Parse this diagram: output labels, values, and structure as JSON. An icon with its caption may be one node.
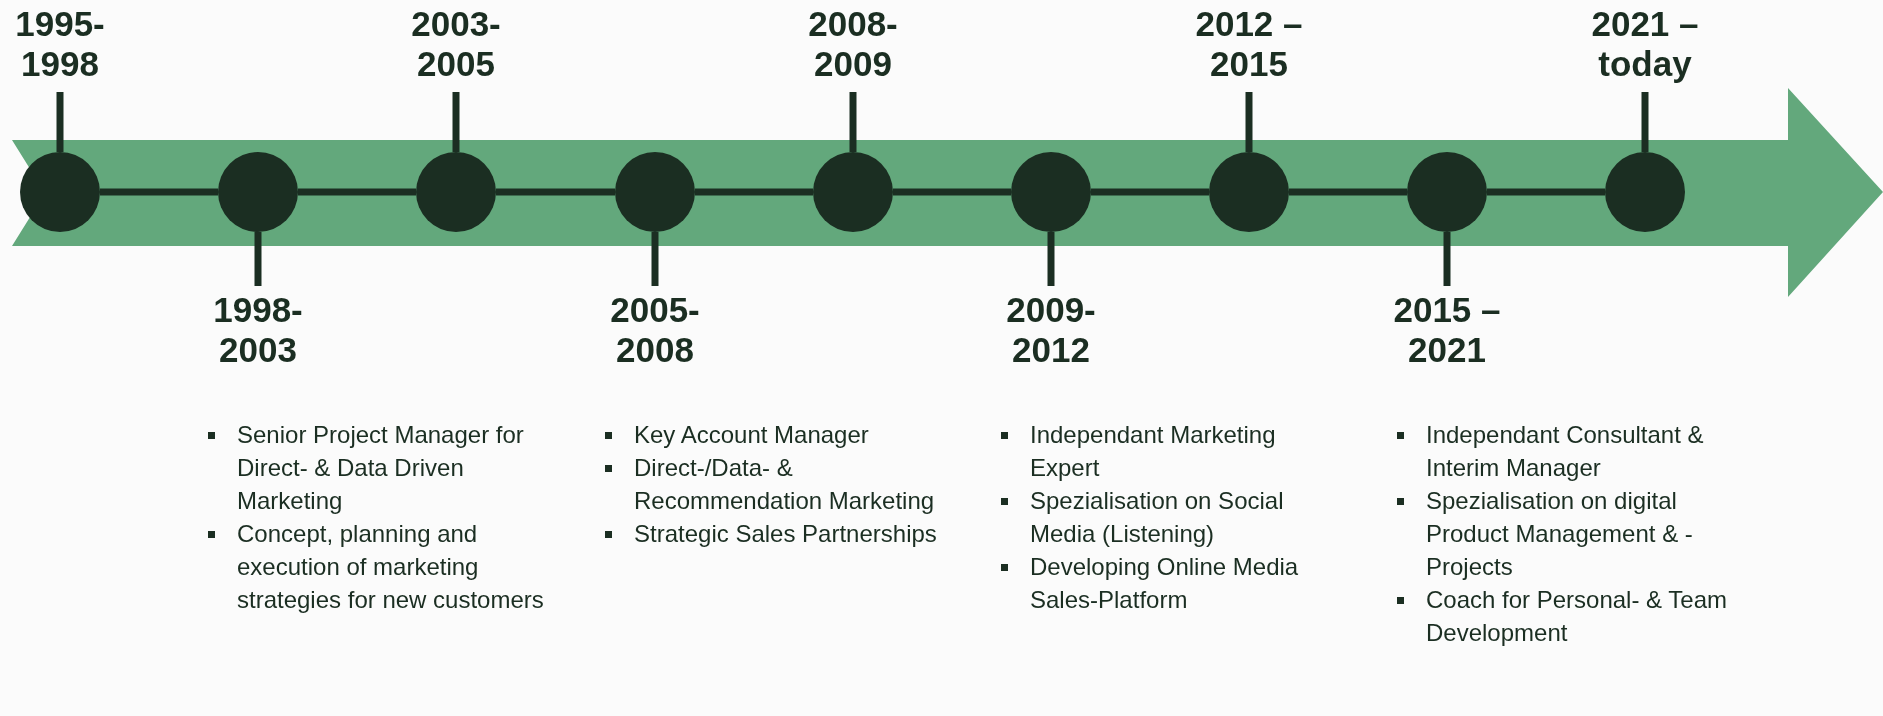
{
  "diagram": {
    "nodes": [
      {
        "text": [],
        "shape": "circle"
      },
      {
        "text": [],
        "shape": "circle"
      },
      {
        "text": [],
        "shape": "circle"
      },
      {
        "text": [],
        "shape": "circle"
      },
      {
        "text": [],
        "shape": "circle"
      },
      {
        "text": [],
        "shape": "circle"
      },
      {
        "text": [],
        "shape": "circle"
      },
      {
        "text": [],
        "shape": "circle"
      },
      {
        "text": [],
        "shape": "circle"
      },
      {
        "text": [
          "1995- 1998"
        ]
      },
      {
        "text": [
          "1998- 2003"
        ],
        "beside": [
          "Senior Project Manager for Direct- & Data Driven Marketing",
          "Concept, planning and execution of marketing strategies for new customers"
        ]
      },
      {
        "text": [
          "2003- 2005"
        ]
      },
      {
        "text": [
          "2005- 2008"
        ],
        "beside": [
          "Key Account Manager",
          "Direct-/Data- & Recommendation Marketing",
          "Strategic Sales Partnerships"
        ]
      },
      {
        "text": [
          "2008- 2009"
        ]
      },
      {
        "text": [
          "2009- 2012"
        ],
        "beside": [
          "Independant Marketing Expert",
          "Spezialisation on Social Media (Listening)",
          "Developing Online Media Sales-Platform"
        ]
      },
      {
        "text": [
          "2012 – 2015"
        ]
      },
      {
        "text": [
          "2015 – 2021"
        ],
        "beside": [
          "Independant Consultant & Interim Manager",
          "Spezialisation on digital Product Management & -Projects",
          "Coach for Personal- & Team Development"
        ]
      },
      {
        "text": [
          "2021 – today"
        ]
      }
    ],
    "edges": [
      {
        "from": 0,
        "to": 1,
        "arrow": "none"
      },
      {
        "from": 1,
        "to": 2,
        "arrow": "none"
      },
      {
        "from": 2,
        "to": 3,
        "arrow": "none"
      },
      {
        "from": 3,
        "to": 4,
        "arrow": "none"
      },
      {
        "from": 4,
        "to": 5,
        "arrow": "none"
      },
      {
        "from": 5,
        "to": 6,
        "arrow": "none"
      },
      {
        "from": 6,
        "to": 7,
        "arrow": "none"
      },
      {
        "from": 7,
        "to": 8,
        "arrow": "none"
      },
      {
        "from": 9,
        "to": 0,
        "arrow": "none"
      },
      {
        "from": 10,
        "to": 1,
        "arrow": "none"
      },
      {
        "from": 11,
        "to": 2,
        "arrow": "none"
      },
      {
        "from": 12,
        "to": 3,
        "arrow": "none"
      },
      {
        "from": 13,
        "to": 4,
        "arrow": "none"
      },
      {
        "from": 14,
        "to": 5,
        "arrow": "none"
      },
      {
        "from": 15,
        "to": 6,
        "arrow": "none"
      },
      {
        "from": 16,
        "to": 7,
        "arrow": "none"
      },
      {
        "from": 17,
        "to": 8,
        "arrow": "none"
      }
    ]
  }
}
